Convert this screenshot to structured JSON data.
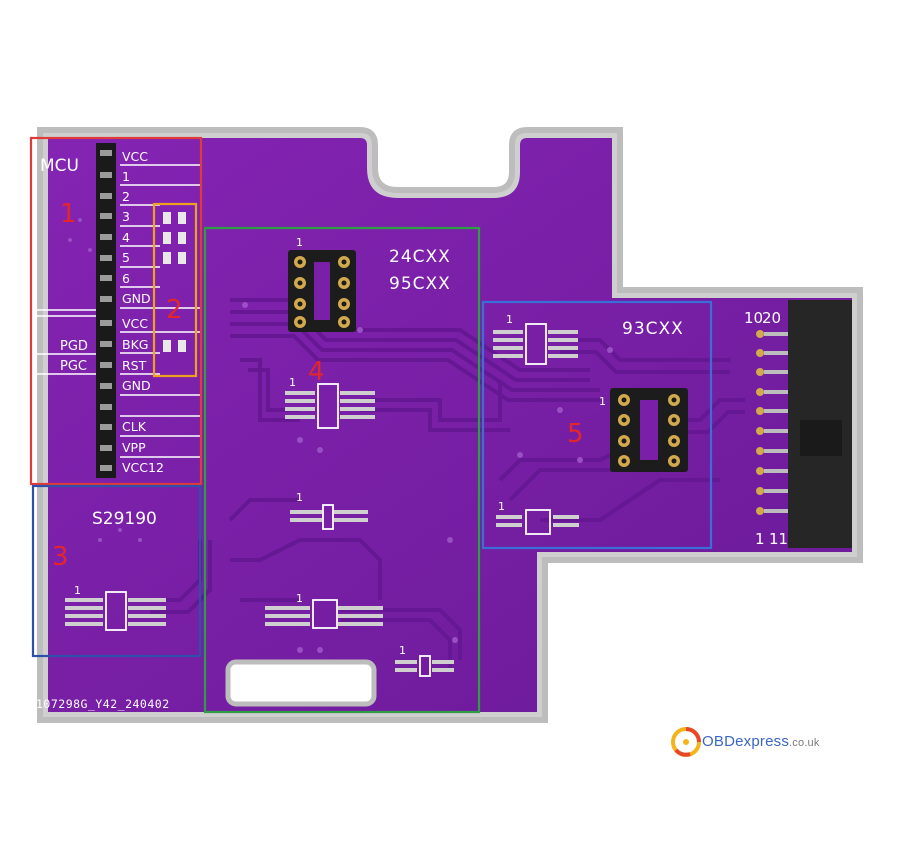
{
  "labels": {
    "mcu": "MCU",
    "pins_top": [
      "VCC",
      "1",
      "2",
      "3",
      "4",
      "5",
      "6",
      "GND"
    ],
    "pins_bottom": [
      "VCC",
      "BKG",
      "RST",
      "GND",
      "CLK",
      "VPP",
      "VCC12"
    ],
    "side_pgd": "PGD",
    "side_pgc": "PGC",
    "chip_24": "24CXX",
    "chip_95": "95CXX",
    "chip_93": "93CXX",
    "chip_s29": "S29190",
    "conn_top": "10",
    "conn_top_b": "20",
    "conn_bottom": "1",
    "conn_bottom_b": "11",
    "pin1": "1",
    "board_code": "107298G_Y42_240402"
  },
  "regions": [
    {
      "id": "1",
      "color": "#e03a3a"
    },
    {
      "id": "2",
      "color": "#f0a020"
    },
    {
      "id": "3",
      "color": "#2f4fa8"
    },
    {
      "id": "4",
      "color": "#2e9e45"
    },
    {
      "id": "5",
      "color": "#3b6fd8"
    }
  ],
  "logo": {
    "brand": "OBDexpress",
    "tld": ".co.uk"
  },
  "colors": {
    "pcb": "#7a1fa8",
    "pcb_dark": "#5d1585",
    "border": "#c9c9c9",
    "trace": "#6a1996",
    "gold": "#c9a24a"
  }
}
